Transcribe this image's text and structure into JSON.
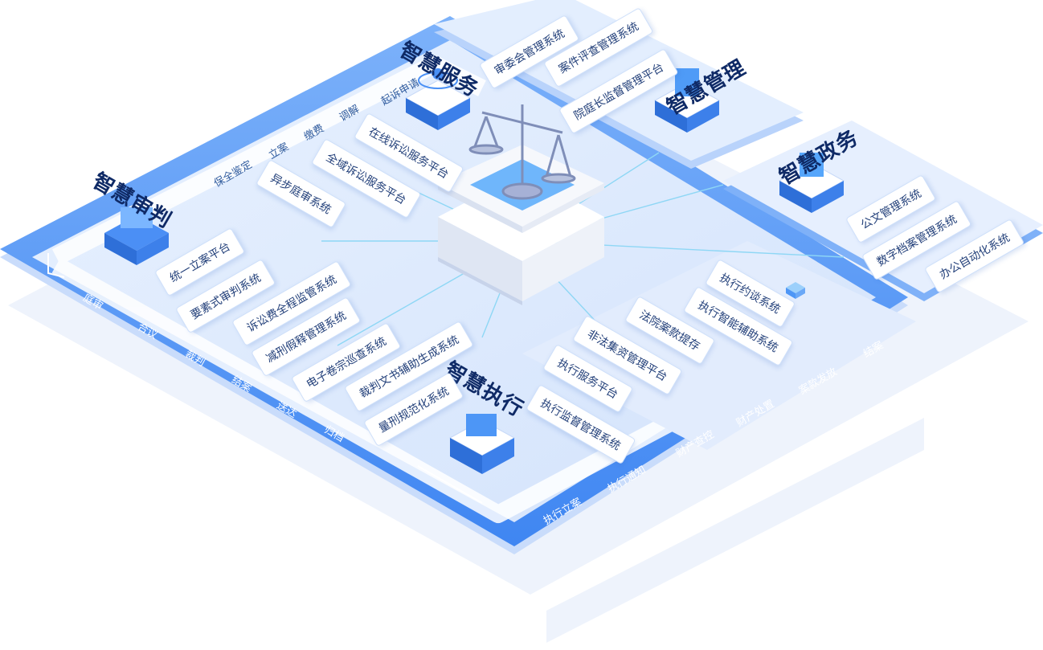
{
  "modules": {
    "trial": {
      "title": "智慧审判",
      "systems": [
        "统一立案平台",
        "要素式审判系统",
        "诉讼费全程监管系统",
        "减刑假释管理系统",
        "电子卷宗巡查系统",
        "裁判文书辅助生成系统",
        "量刑规范化系统"
      ],
      "flow": [
        "庭审",
        "合议",
        "裁判",
        "结案",
        "送达",
        "归档"
      ]
    },
    "service": {
      "title": "智慧服务",
      "systems": [
        "在线诉讼服务平台",
        "全域诉讼服务平台",
        "异步庭审系统"
      ],
      "flow": [
        "起诉申请",
        "调解",
        "缴费",
        "立案",
        "保全鉴定"
      ]
    },
    "management": {
      "title": "智慧管理",
      "systems": [
        "审委会管理系统",
        "案件评查管理系统",
        "院庭长监督管理平台"
      ]
    },
    "government": {
      "title": "智慧政务",
      "systems": [
        "公文管理系统",
        "数字档案管理系统",
        "办公自动化系统"
      ]
    },
    "execution": {
      "title": "智慧执行",
      "systems": [
        "执行约谈系统",
        "执行智能辅助系统",
        "法院案款提存",
        "非法集资管理平台",
        "执行服务平台",
        "执行监督管理系统"
      ],
      "flow": [
        "执行立案",
        "执行通知",
        "财产查控",
        "财产处置",
        "案款发放",
        "结案"
      ]
    }
  },
  "colors": {
    "accent": "#2f7cf6",
    "dark": "#0f2a66",
    "platform": "#dbe8fd",
    "track": "#5e9bf5"
  }
}
